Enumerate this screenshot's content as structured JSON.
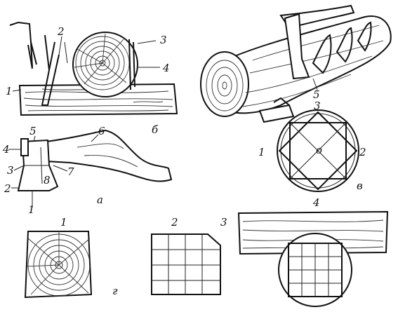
{
  "panel_a": {
    "caption": "а",
    "part_labels": [
      "1",
      "2",
      "3",
      "4",
      "5",
      "6",
      "7",
      "8"
    ]
  },
  "panel_b": {
    "caption": "б",
    "labels": [
      "1",
      "2",
      "3",
      "4"
    ]
  },
  "panel_v": {
    "caption": "в",
    "log_label": "5",
    "circle_labels": [
      "1",
      "2",
      "3",
      "4"
    ],
    "center_mark": "о"
  },
  "panel_g": {
    "caption": "г",
    "step_labels": [
      "1",
      "2",
      "3"
    ]
  }
}
